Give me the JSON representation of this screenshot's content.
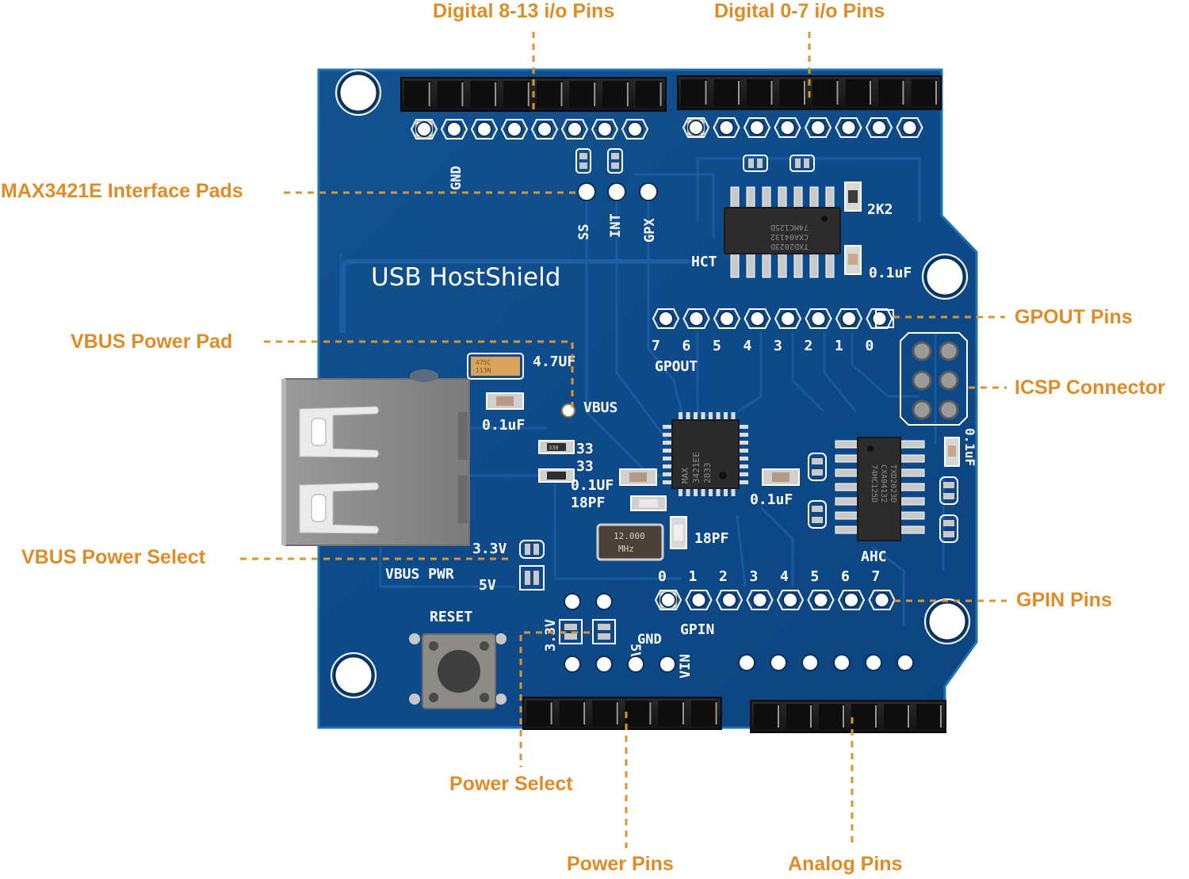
{
  "colors": {
    "callout": "#e08b26",
    "leader": "#d9952f",
    "pcb": "#0f4c8e",
    "pcb_dark": "#0b3f7a",
    "pcb_edge": "#1a6aa8",
    "trace": "#1d5fa3",
    "silkscreen": "#ffffff",
    "header": "#1b1b1b",
    "metal": "#8c8c8c",
    "ic": "#2b2b2b"
  },
  "callouts": {
    "digital_8_13": "Digital 8-13 i/o Pins",
    "digital_0_7": "Digital 0-7 i/o Pins",
    "max3421e_pads": "MAX3421E Interface Pads",
    "vbus_power_pad": "VBUS Power Pad",
    "vbus_power_select": "VBUS Power Select",
    "gpout_pins": "GPOUT Pins",
    "icsp_connector": "ICSP Connector",
    "gpin_pins": "GPIN Pins",
    "power_select": "Power Select",
    "power_pins": "Power Pins",
    "analog_pins": "Analog Pins"
  },
  "board": {
    "title": "USB HostShield",
    "silk": {
      "gnd_top": "GND",
      "ss": "SS",
      "int": "INT",
      "gpx": "GPX",
      "hct": "HCT",
      "r_2k2": "2K2",
      "cap_top": "0.1uF",
      "gpout": "GPOUT",
      "gpout_numbers": [
        "7",
        "6",
        "5",
        "4",
        "3",
        "2",
        "1",
        "0"
      ],
      "cap_4_7": "4.7UF",
      "vbus": "VBUS",
      "cap_left": "0.1uF",
      "r33_a": "33",
      "r33_b": "33",
      "cap_mid": "0.1UF",
      "pf_left": "18PF",
      "pf_right": "18PF",
      "cap_right": "0.1uF",
      "cap_icsp": "0.1uF",
      "ahc": "AHC",
      "v33": "3.3V",
      "vbus_pwr": "VBUS PWR",
      "v5": "5V",
      "reset": "RESET",
      "ps_33": "3.3V",
      "ps_5": "5V",
      "gnd_bottom": "GND",
      "vin": "VIN",
      "gpin": "GPIN",
      "gpin_numbers": [
        "0",
        "1",
        "2",
        "3",
        "4",
        "5",
        "6",
        "7"
      ]
    },
    "chips": {
      "max_lines": [
        "MAX",
        "3421EE",
        "2033"
      ],
      "hct_lines": [
        "74HC125D",
        "CXA04132",
        "TXD2023D"
      ],
      "ahc_lines": [
        "74HC125D",
        "CXA04132",
        "TXD2023D"
      ],
      "crystal_lines": [
        "12.000",
        "MHz"
      ],
      "tantalum_lines": [
        "475C",
        "113N"
      ],
      "resistor_code": "330"
    }
  }
}
